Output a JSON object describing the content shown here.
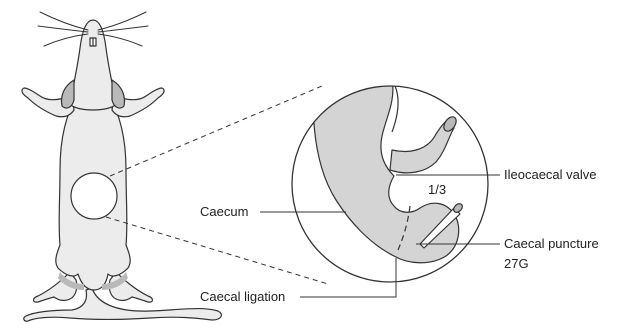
{
  "labels": {
    "ileocaecal_valve": "Ileocaecal valve",
    "fraction": "1/3",
    "caecum": "Caecum",
    "caecal_puncture_line1": "Caecal puncture",
    "caecal_puncture_line2": "27G",
    "caecal_ligation": "Caecal ligation"
  },
  "colors": {
    "outline": "#333333",
    "fur": "#ececec",
    "shade": "#b9b9b9",
    "organ": "#d4d4d4",
    "background": "#ffffff"
  }
}
